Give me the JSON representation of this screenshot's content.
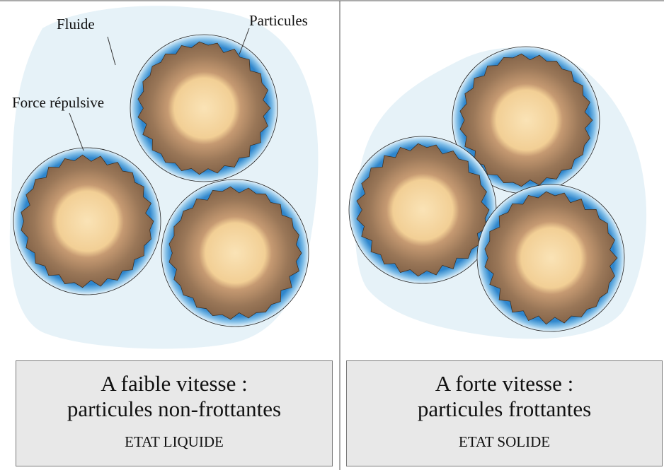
{
  "labels": {
    "fluid": "Fluide",
    "particles": "Particules",
    "repulsive_force": "Force répulsive"
  },
  "left_panel": {
    "line1": "A faible vitesse :",
    "line2": "particules non-frottantes",
    "state": "ETAT LIQUIDE"
  },
  "right_panel": {
    "line1": "A forte vitesse :",
    "line2": "particules frottantes",
    "state": "ETAT SOLIDE"
  },
  "colors": {
    "fluid": "#e6f2f8",
    "repulsive_layer": "#3b8fd0",
    "particle_outer": "#8e6e50",
    "particle_core": "#f6d8a4",
    "caption_bg": "#e8e8e8"
  }
}
